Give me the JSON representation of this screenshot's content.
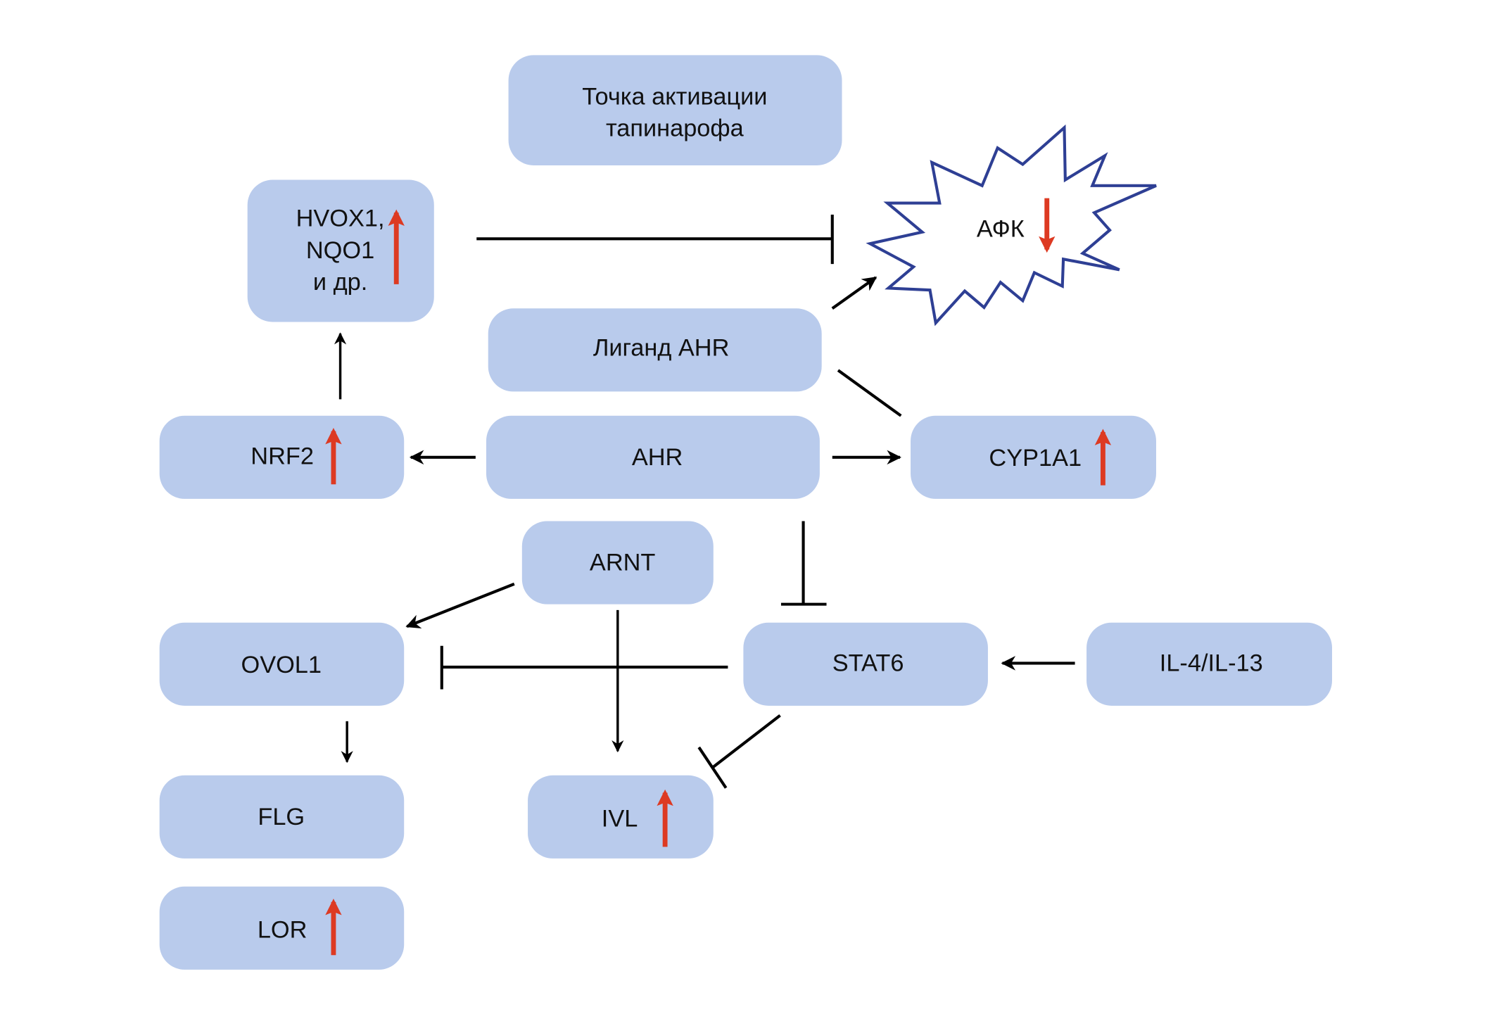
{
  "nodes": {
    "activation_point": {
      "lines": [
        "Точка активации",
        "тапинарофа"
      ]
    },
    "hvox1": {
      "lines": [
        "HVOX1,",
        "NQO1",
        "и др."
      ],
      "trend": "up"
    },
    "ros": {
      "label": "АФК",
      "trend": "down"
    },
    "ligand_ahr": {
      "label": "Лиганд AHR"
    },
    "nrf2": {
      "label": "NRF2",
      "trend": "up"
    },
    "ahr": {
      "label": "AHR"
    },
    "cyp1a1": {
      "label": "CYP1A1",
      "trend": "up"
    },
    "arnt": {
      "label": "ARNT"
    },
    "ovol1": {
      "label": "OVOL1"
    },
    "stat6": {
      "label": "STAT6"
    },
    "il4_il13": {
      "label": "IL-4/IL-13"
    },
    "flg": {
      "label": "FLG"
    },
    "ivl": {
      "label": "IVL",
      "trend": "up"
    },
    "lor": {
      "label": "LOR",
      "trend": "up"
    }
  },
  "edges": [
    {
      "from": "hvox1",
      "to": "ros",
      "type": "inhibit"
    },
    {
      "from": "ligand_ahr",
      "to": "ros",
      "type": "activate"
    },
    {
      "from": "ligand_ahr",
      "to": "cyp1a1",
      "type": "line"
    },
    {
      "from": "ahr",
      "to": "nrf2",
      "type": "activate"
    },
    {
      "from": "ahr",
      "to": "cyp1a1",
      "type": "activate"
    },
    {
      "from": "nrf2",
      "to": "hvox1",
      "type": "activate"
    },
    {
      "from": "ahr",
      "to": "stat6",
      "type": "inhibit"
    },
    {
      "from": "arnt",
      "to": "ovol1",
      "type": "activate"
    },
    {
      "from": "arnt",
      "to": "ivl",
      "type": "activate"
    },
    {
      "from": "stat6",
      "to": "ovol1",
      "type": "inhibit"
    },
    {
      "from": "il4_il13",
      "to": "stat6",
      "type": "activate"
    },
    {
      "from": "ovol1",
      "to": "flg",
      "type": "activate"
    },
    {
      "from": "stat6",
      "to": "ivl",
      "type": "inhibit"
    }
  ],
  "colors": {
    "box": "#b9cbec",
    "up_arrow": "#dd3a22",
    "down_arrow": "#dd3a22",
    "burst_outline": "#2e3f94"
  }
}
